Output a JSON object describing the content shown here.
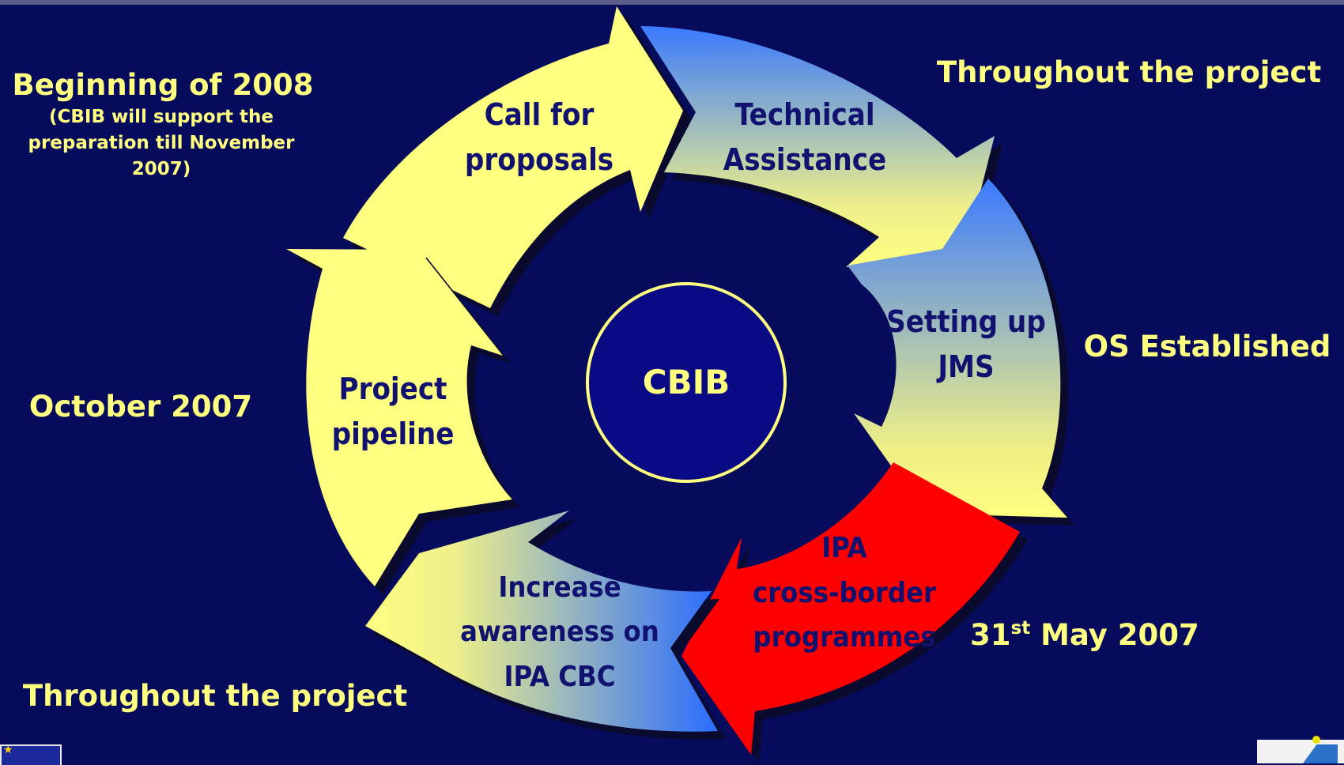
{
  "center": {
    "label": "CBIB"
  },
  "stages": [
    {
      "id": "call",
      "lines": [
        "Call for",
        "proposals"
      ]
    },
    {
      "id": "technical",
      "lines": [
        "Technical",
        "Assistance"
      ]
    },
    {
      "id": "setting",
      "lines": [
        "Setting up",
        "JMS"
      ]
    },
    {
      "id": "ipa",
      "lines": [
        "IPA",
        "cross-border",
        "programmes"
      ]
    },
    {
      "id": "awareness",
      "lines": [
        "Increase",
        "awareness on",
        "IPA CBC"
      ]
    },
    {
      "id": "pipeline",
      "lines": [
        "Project",
        "pipeline"
      ]
    }
  ],
  "dates": {
    "call_main": "Beginning of 2008",
    "call_note": [
      "(CBIB will support the",
      "preparation till November",
      "2007)"
    ],
    "technical": "Throughout the project",
    "setting": "OS Established",
    "ipa_day": "31",
    "ipa_sup": "st",
    "ipa_rest": " May 2007",
    "awareness": "Throughout the project",
    "pipeline": "October 2007"
  },
  "colors": {
    "background": "#070B5C",
    "arrow_yellow": "#FFFF80",
    "arrow_blue": "#3A78FF",
    "arrow_red": "#FF0000",
    "date_text": "#FFFF80",
    "stage_text": "#111170"
  }
}
